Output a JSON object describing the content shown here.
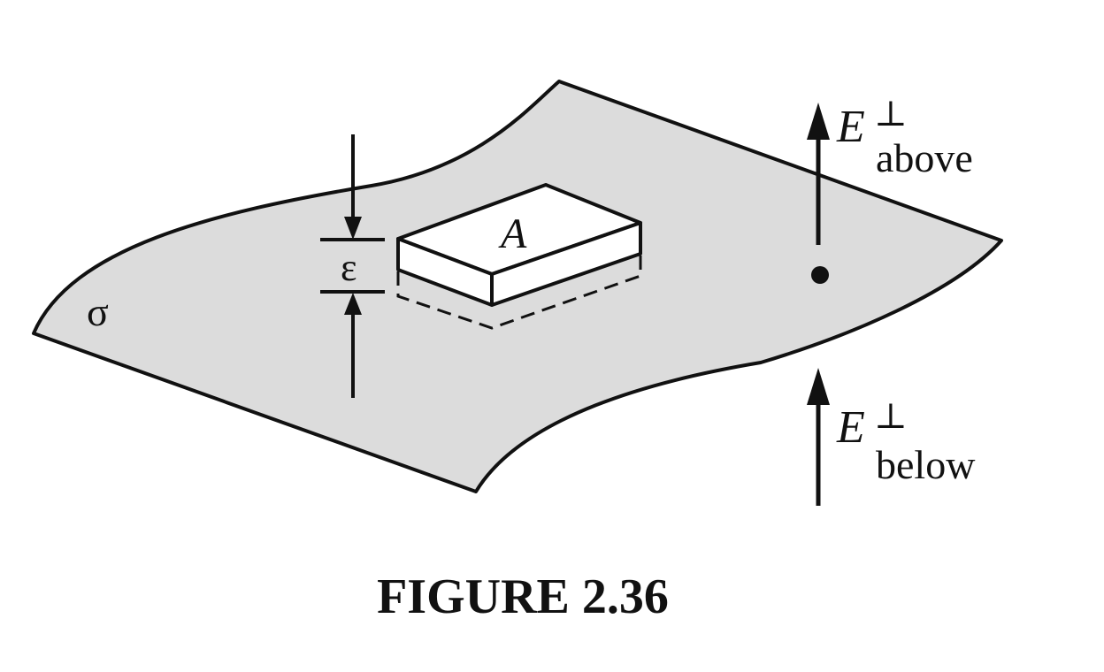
{
  "figure": {
    "caption": "FIGURE 2.36"
  },
  "labels": {
    "surface_charge": "σ",
    "area": "A",
    "thickness": "ε",
    "field_above_symbol": "E",
    "field_above_superscript": "⊥",
    "field_above_subscript": "above",
    "field_below_symbol": "E",
    "field_below_superscript": "⊥",
    "field_below_subscript": "below"
  },
  "colors": {
    "surface_fill": "#dcdcdc",
    "line": "#111111",
    "box_fill": "#ffffff",
    "background": "#ffffff"
  }
}
